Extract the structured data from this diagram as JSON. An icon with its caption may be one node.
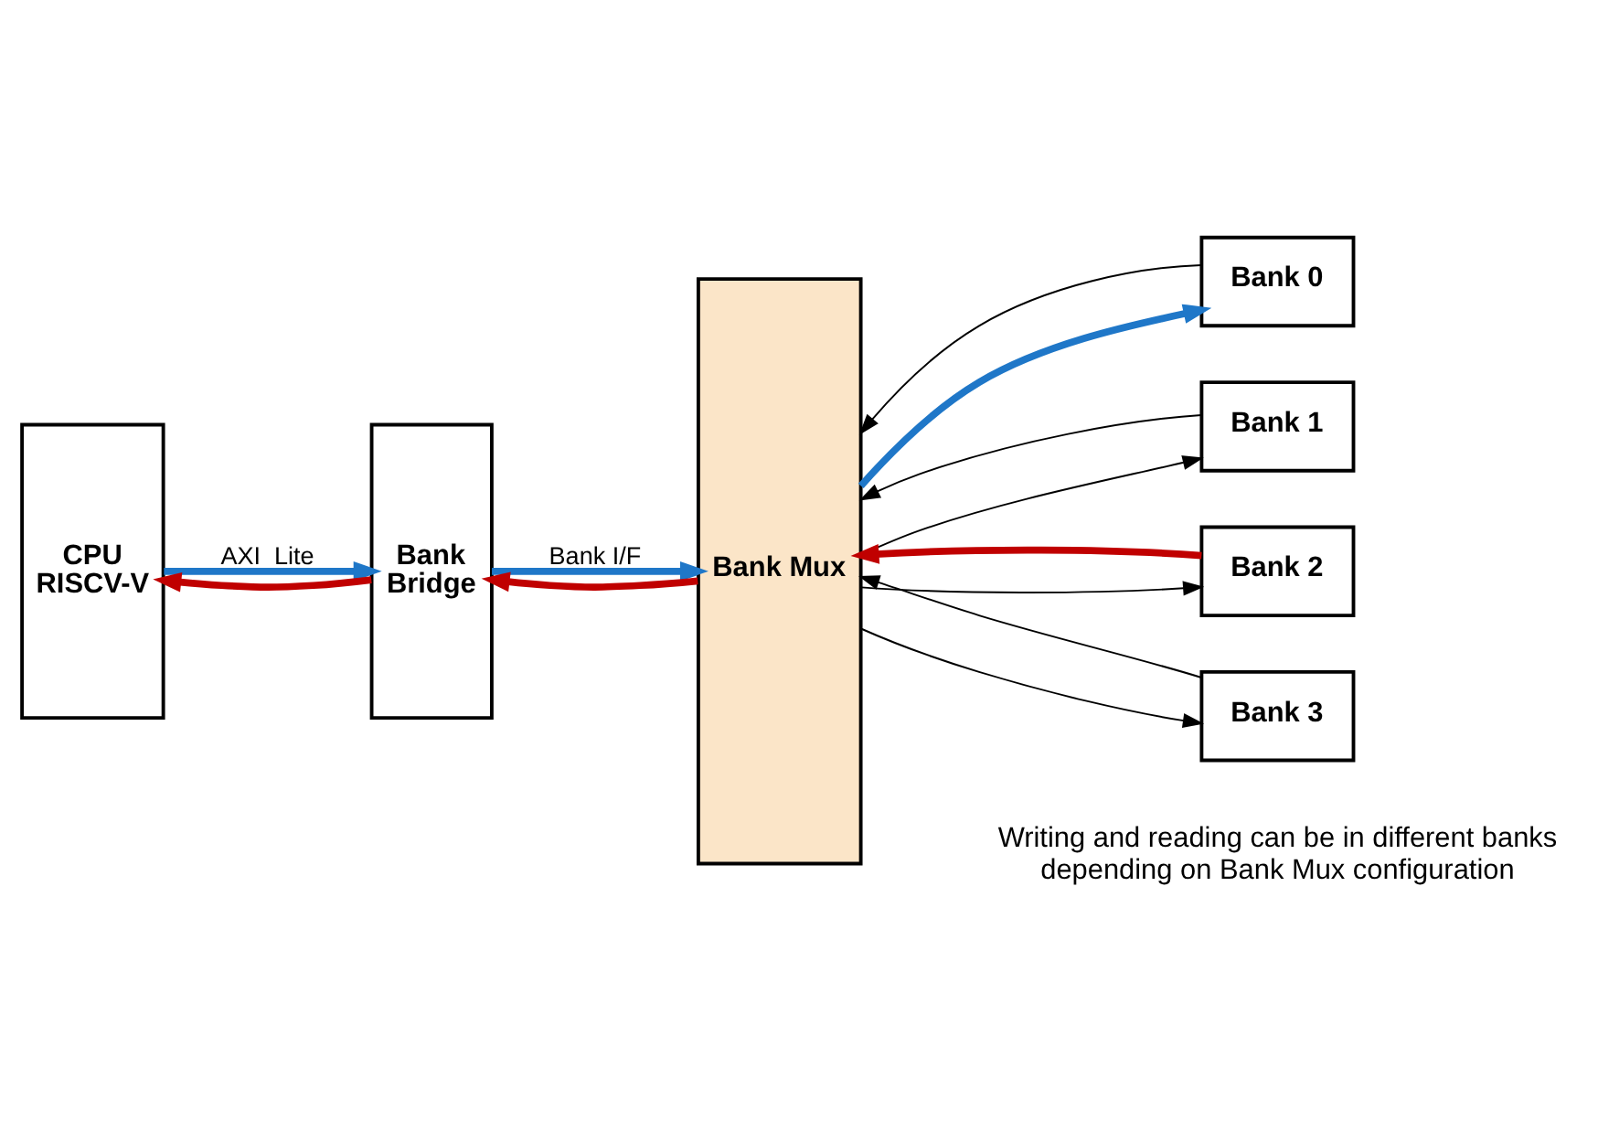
{
  "diagram": {
    "nodes": [
      {
        "text": [
          "CPU RISCV-V"
        ]
      },
      {
        "text": [
          "Bank Bridge"
        ]
      },
      {
        "text": [
          "Bank Mux"
        ]
      },
      {
        "text": [
          "Bank 0"
        ]
      },
      {
        "text": [
          "Bank 1"
        ]
      },
      {
        "text": [
          "Bank 2"
        ]
      },
      {
        "text": [
          "Bank 3"
        ]
      }
    ],
    "edges": [
      {
        "from": 0,
        "to": 1,
        "arrow": "to",
        "style": "thick",
        "color": "#1f77c8",
        "label": "AXI  Lite"
      },
      {
        "from": 1,
        "to": 0,
        "arrow": "to",
        "style": "thick",
        "color": "#c00000"
      },
      {
        "from": 1,
        "to": 2,
        "arrow": "to",
        "style": "thick",
        "color": "#1f77c8",
        "label": "Bank I/F"
      },
      {
        "from": 2,
        "to": 1,
        "arrow": "to",
        "style": "thick",
        "color": "#c00000"
      },
      {
        "from": 2,
        "to": 3,
        "arrow": "to",
        "style": "thick",
        "color": "#1f77c8"
      },
      {
        "from": 3,
        "to": 2,
        "arrow": "to"
      },
      {
        "from": 2,
        "to": 4,
        "arrow": "to"
      },
      {
        "from": 4,
        "to": 2,
        "arrow": "to"
      },
      {
        "from": 2,
        "to": 5,
        "arrow": "to"
      },
      {
        "from": 5,
        "to": 2,
        "arrow": "to",
        "style": "thick",
        "color": "#c00000"
      },
      {
        "from": 2,
        "to": 6,
        "arrow": "to"
      },
      {
        "from": 6,
        "to": 2,
        "arrow": "to"
      }
    ],
    "labels": [
      "Writing and reading can be in different banks depending on Bank Mux configuration"
    ]
  }
}
